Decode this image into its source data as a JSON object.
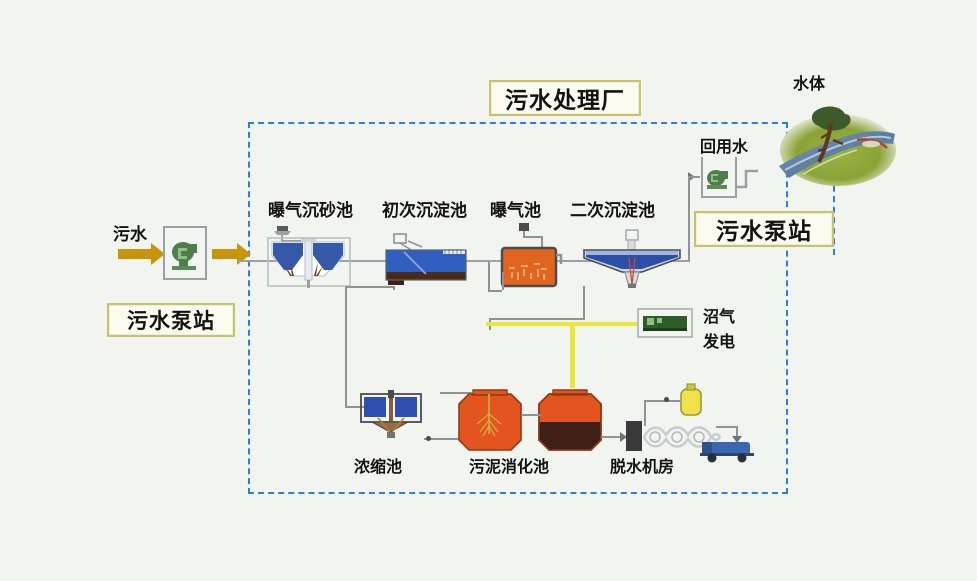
{
  "diagram": {
    "title_plate": "污水处理厂",
    "background_color": "#f2f4ef",
    "boundary_color": "#2a7fe0",
    "arrow_color": "#c8940b",
    "pipe_color": "#8e9398",
    "gas_pipe_color": "#e8e83c"
  },
  "inlet": {
    "influent_label": "污水",
    "pump_station_label": "污水泵站",
    "pump_icon": "pump-icon"
  },
  "outlet": {
    "pump_station_label": "污水泵站",
    "reclaimed_water_label": "回用水",
    "water_body_label": "水体",
    "pump_icon": "pump-icon",
    "water_body_icon": "river-photo-icon"
  },
  "process_line": {
    "units": [
      {
        "id": "grit",
        "label": "曝气沉砂池",
        "color": "#3558a8"
      },
      {
        "id": "primary",
        "label": "初次沉淀池",
        "color": "#2f5fc0"
      },
      {
        "id": "aeration",
        "label": "曝气池",
        "color": "#e2651f"
      },
      {
        "id": "secondary",
        "label": "二次沉淀池",
        "color": "#2b4ea8"
      }
    ]
  },
  "sludge_line": {
    "units": [
      {
        "id": "thickener",
        "label": "浓缩池",
        "color": "#2f4fb0"
      },
      {
        "id": "digester",
        "label": "污泥消化池",
        "color": "#e4541f"
      },
      {
        "id": "dewater",
        "label": "脱水机房",
        "color": "#f0e24a"
      }
    ]
  },
  "biogas": {
    "label_line1": "沼气",
    "label_line2": "发电",
    "generator_icon": "generator-icon"
  },
  "chart_data": {
    "type": "diagram",
    "title": "污水处理厂",
    "nodes": [
      "污水",
      "污水泵站",
      "曝气沉砂池",
      "初次沉淀池",
      "曝气池",
      "二次沉淀池",
      "污水泵站",
      "回用水",
      "水体",
      "浓缩池",
      "污泥消化池",
      "脱水机房",
      "沼气发电"
    ],
    "edges": [
      [
        "污水",
        "污水泵站"
      ],
      [
        "污水泵站",
        "曝气沉砂池"
      ],
      [
        "曝气沉砂池",
        "初次沉淀池"
      ],
      [
        "初次沉淀池",
        "曝气池"
      ],
      [
        "曝气池",
        "二次沉淀池"
      ],
      [
        "二次沉淀池",
        "污水泵站"
      ],
      [
        "二次沉淀池",
        "回用水"
      ],
      [
        "回用水",
        "水体"
      ],
      [
        "初次沉淀池",
        "浓缩池"
      ],
      [
        "二次沉淀池",
        "浓缩池"
      ],
      [
        "浓缩池",
        "污泥消化池"
      ],
      [
        "污泥消化池",
        "脱水机房"
      ],
      [
        "污泥消化池",
        "沼气发电"
      ]
    ]
  }
}
